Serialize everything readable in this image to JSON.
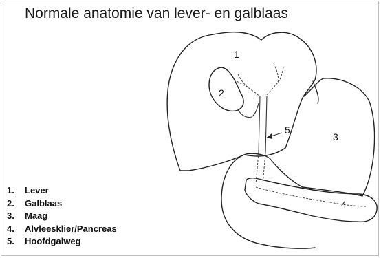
{
  "title": "Normale anatomie van lever- en galblaas",
  "figure_labels": {
    "liver": "1",
    "gallbladder": "2",
    "stomach": "3",
    "pancreas": "4",
    "bile_duct": "5"
  },
  "legend": [
    {
      "num": "1.",
      "label": "Lever"
    },
    {
      "num": "2.",
      "label": "Galblaas"
    },
    {
      "num": "3.",
      "label": "Maag"
    },
    {
      "num": "4.",
      "label": "Alvleesklier/Pancreas"
    },
    {
      "num": "5.",
      "label": "Hoofdgalweg"
    }
  ]
}
